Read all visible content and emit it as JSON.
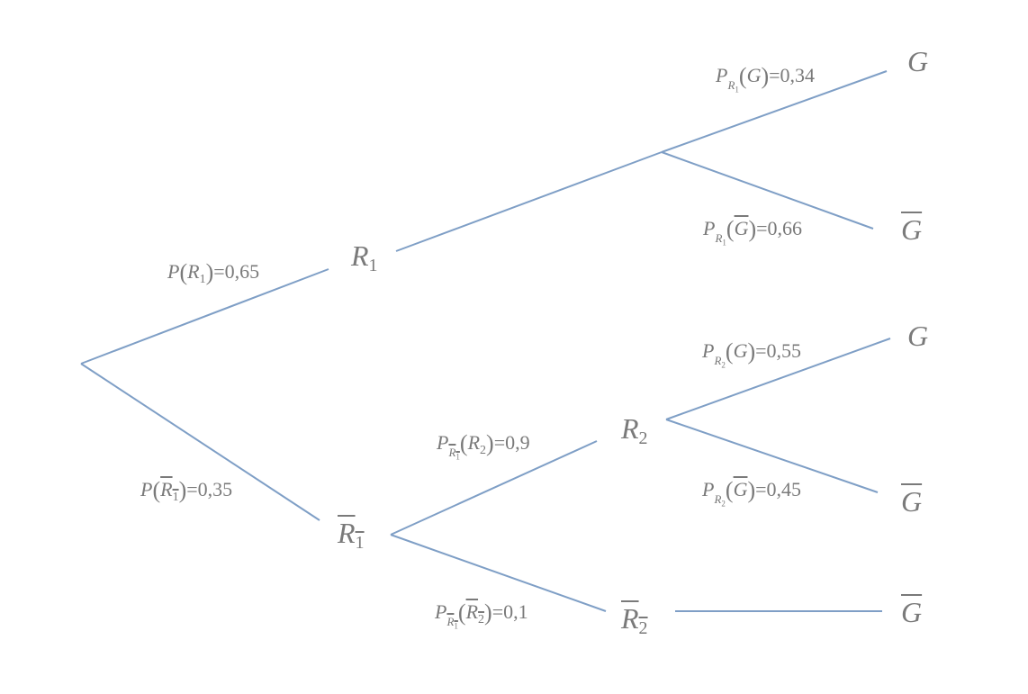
{
  "nodes": {
    "r1": {
      "var": "R",
      "idx": "1"
    },
    "r1bar": {
      "var": "R",
      "idx": "1"
    },
    "r2": {
      "var": "R",
      "idx": "2"
    },
    "r2bar": {
      "var": "R",
      "idx": "2"
    },
    "g_top": {
      "var": "G"
    },
    "gbar_top": {
      "var": "G"
    },
    "g_mid": {
      "var": "G"
    },
    "gbar_mid": {
      "var": "G"
    },
    "gbar_bottom": {
      "var": "G"
    }
  },
  "labels": {
    "p_r1": {
      "fn": "P",
      "event": "R",
      "idx": "1",
      "value": "=0,65"
    },
    "p_r1bar": {
      "fn": "P",
      "event": "R",
      "idx": "1",
      "value": "=0,35"
    },
    "p_g_given_r1": {
      "fn": "P",
      "cond": "R",
      "cond_idx": "1",
      "event": "G",
      "value": "=0,34"
    },
    "p_gbar_given_r1": {
      "fn": "P",
      "cond": "R",
      "cond_idx": "1",
      "event": "G",
      "value": "=0,66"
    },
    "p_r2_given_r1bar": {
      "fn": "P",
      "cond": "R",
      "cond_idx": "1",
      "event": "R",
      "idx": "2",
      "value": "=0,9"
    },
    "p_r2bar_given_r1bar": {
      "fn": "P",
      "cond": "R",
      "cond_idx": "1",
      "event": "R",
      "idx": "2",
      "value": "=0,1"
    },
    "p_g_given_r2": {
      "fn": "P",
      "cond": "R",
      "cond_idx": "2",
      "event": "G",
      "value": "=0,55"
    },
    "p_gbar_given_r2": {
      "fn": "P",
      "cond": "R",
      "cond_idx": "2",
      "event": "G",
      "value": "=0,45"
    }
  },
  "colors": {
    "edge": "#7f9fc6",
    "text": "#7a7a7a",
    "background": "#ffffff"
  }
}
